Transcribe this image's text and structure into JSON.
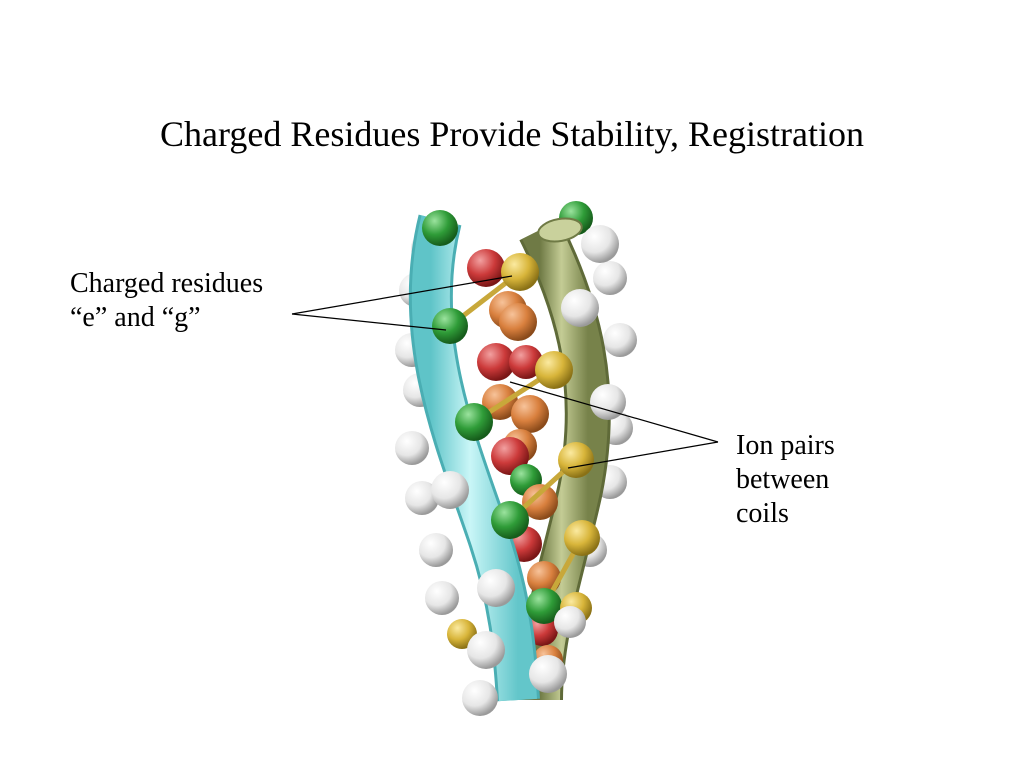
{
  "slide": {
    "title": "Charged Residues Provide Stability, Registration"
  },
  "labels": {
    "charged_residues": [
      "Charged residues",
      "“e” and “g”"
    ],
    "ion_pairs": [
      "Ion pairs",
      "between",
      "coils"
    ]
  },
  "colors": {
    "helix_a": "#8fe3e6",
    "helix_b": "#9aa56a",
    "sphere_white": "#f2f2f2",
    "sphere_green": "#2e9e3a",
    "sphere_red": "#cf3b3b",
    "sphere_orange": "#d98240",
    "sphere_yellow": "#d9b83a",
    "leader_line": "#000000"
  }
}
